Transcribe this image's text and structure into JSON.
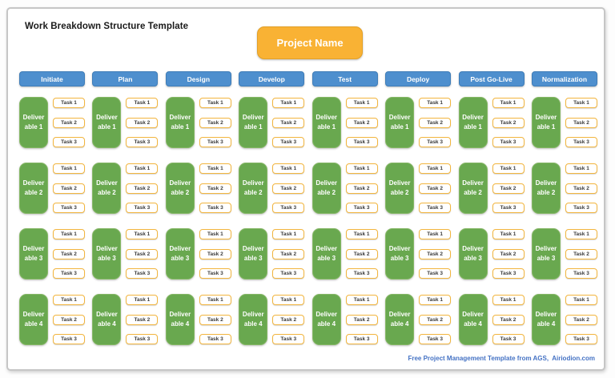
{
  "page": {
    "title": "Work Breakdown Structure Template",
    "project_name": "Project Name",
    "footer": "Free Project Management Template from AGS,  Airiodion.com"
  },
  "phases": [
    "Initiate",
    "Plan",
    "Design",
    "Develop",
    "Test",
    "Deploy",
    "Post Go-Live",
    "Normalization"
  ],
  "deliverables": [
    {
      "label": "Deliverable 1",
      "lines": [
        "Deliver",
        "able 1"
      ]
    },
    {
      "label": "Deliverable 2",
      "lines": [
        "Deliver",
        "able 2"
      ]
    },
    {
      "label": "Deliverable 3",
      "lines": [
        "Deliver",
        "able 3"
      ]
    },
    {
      "label": "Deliverable 4",
      "lines": [
        "Deliver",
        "able 4"
      ]
    }
  ],
  "tasks": [
    "Task 1",
    "Task 2",
    "Task 3"
  ],
  "colors": {
    "phase_blue": "#4E8FCE",
    "deliverable_green": "#69A84F",
    "accent_orange": "#F9B234",
    "task_border_orange": "#F2B53E",
    "footer_blue": "#4472C4"
  }
}
